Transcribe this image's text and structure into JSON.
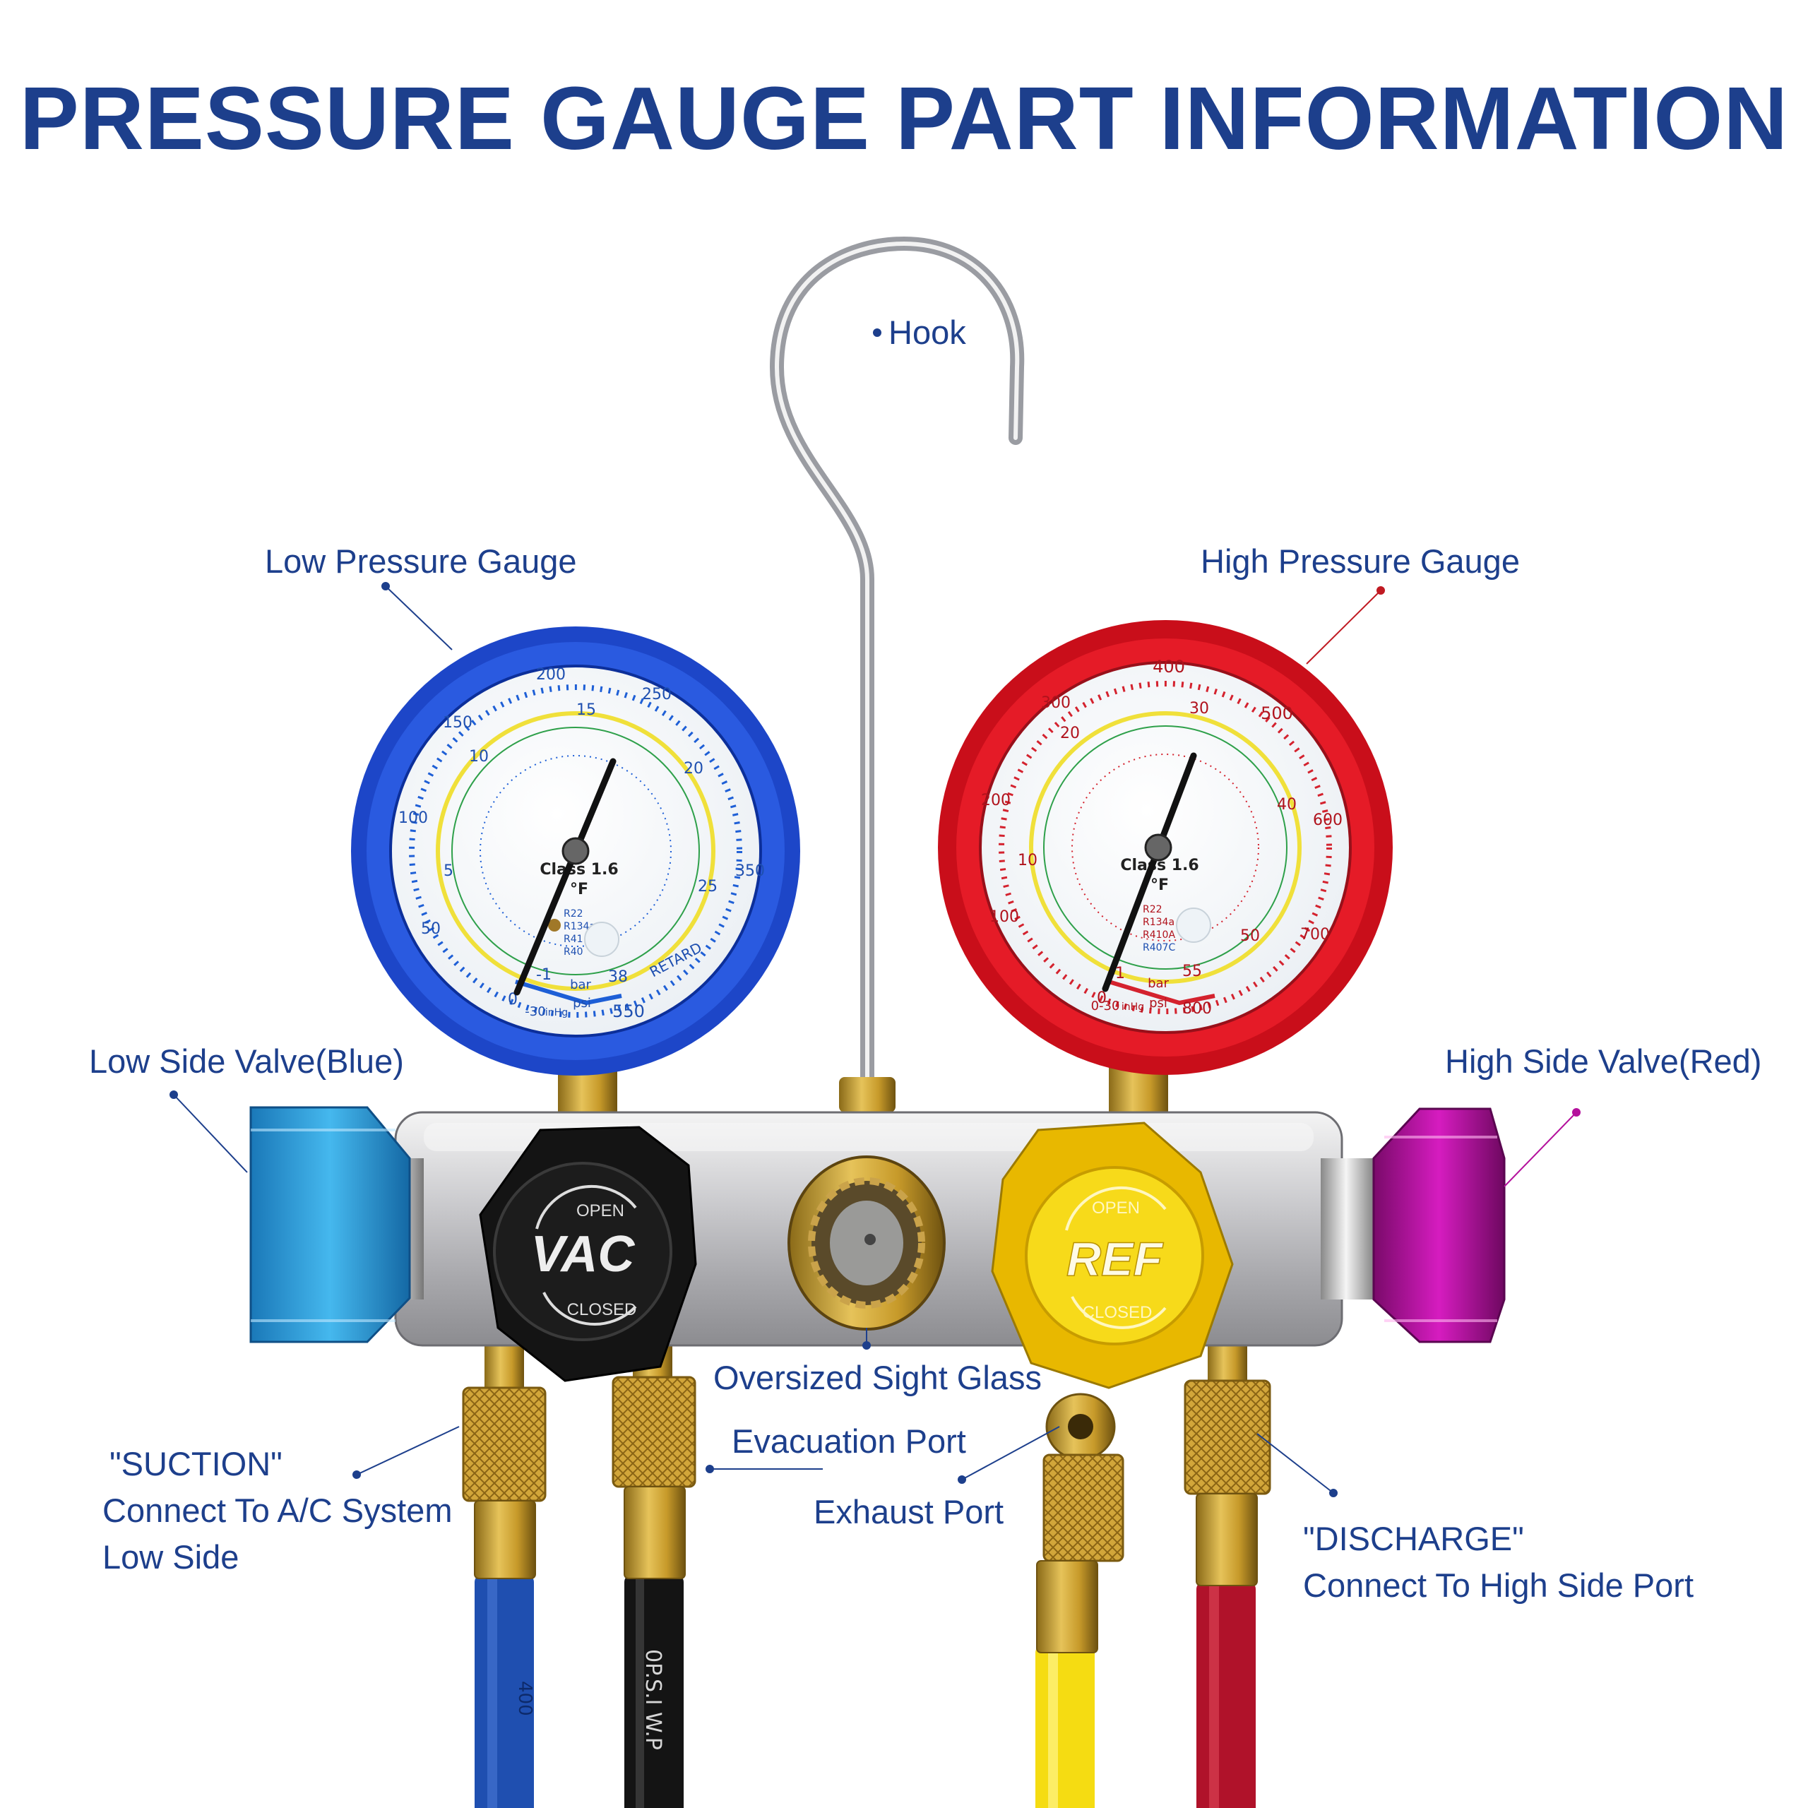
{
  "title": "PRESSURE GAUGE PART INFORMATION",
  "colors": {
    "title": "#1d3f8c",
    "label": "#1d3f8c",
    "low_side": "#1f4fd0",
    "high_side": "#d8141c",
    "knob_vac": "#111111",
    "knob_ref": "#f2c400",
    "valve_low": "#2fa6dd",
    "valve_high": "#b4109c"
  },
  "labels": {
    "hook": "Hook",
    "low_gauge": "Low Pressure Gauge",
    "high_gauge": "High Pressure Gauge",
    "low_valve": "Low Side Valve(Blue)",
    "high_valve": "High Side Valve(Red)",
    "sight_glass": "Oversized Sight Glass",
    "evacuation": "Evacuation Port",
    "exhaust": "Exhaust Port",
    "suction_1": "\"SUCTION\"",
    "suction_2": "Connect  To A/C System",
    "suction_3": "Low Side",
    "discharge_1": "\"DISCHARGE\"",
    "discharge_2": "Connect To High Side Port"
  },
  "low_gauge": {
    "outer_ticks": [
      "0",
      "50",
      "100",
      "150",
      "200",
      "250",
      "350",
      "550"
    ],
    "inner_ticks": [
      "-1",
      "5",
      "10",
      "15",
      "20",
      "25",
      "38"
    ],
    "class": "Class 1.6",
    "temp_unit": "°F",
    "refrigerants": [
      "R22",
      "R134a",
      "R41",
      "R40"
    ],
    "units": [
      "bar",
      "psi",
      "inHg",
      "-30"
    ],
    "retard": "RETARD"
  },
  "high_gauge": {
    "outer_ticks": [
      "0",
      "100",
      "200",
      "300",
      "400",
      "500",
      "600",
      "700",
      "800"
    ],
    "inner_ticks": [
      "-1",
      "10",
      "20",
      "30",
      "40",
      "50",
      "55"
    ],
    "class": "Class 1.6",
    "temp_unit": "°F",
    "refrigerants": [
      "R22",
      "R134a",
      "R410A",
      "R407C"
    ],
    "units": [
      "bar",
      "psi",
      "inHg",
      "0-30"
    ]
  },
  "knobs": {
    "vac": "VAC",
    "ref": "REF",
    "open": "OPEN",
    "closed": "CLOSED"
  },
  "hose_text": {
    "blue": "400",
    "black": "0P.S.I W.P"
  }
}
